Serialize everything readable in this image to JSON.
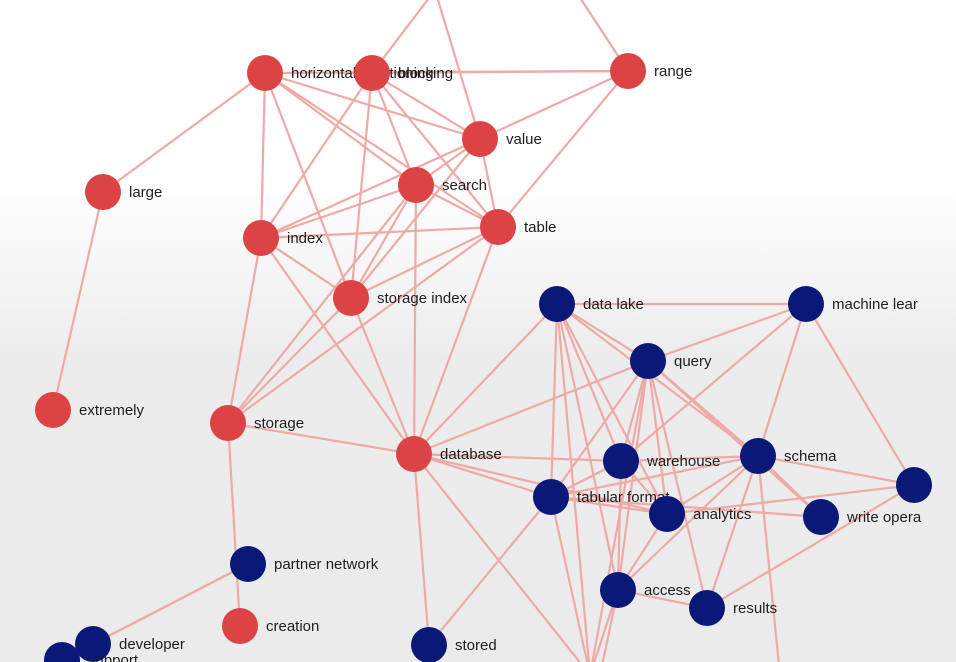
{
  "graph": {
    "colors": {
      "red": "#dc4345",
      "blue": "#0a1878",
      "edge": "#eeaaa6"
    },
    "nodes": [
      {
        "id": "hp",
        "label": "horizontal partitioning",
        "group": "red"
      },
      {
        "id": "bl",
        "label": "blocking",
        "group": "red"
      },
      {
        "id": "rng",
        "label": "range",
        "group": "red"
      },
      {
        "id": "val",
        "label": "value",
        "group": "red"
      },
      {
        "id": "lrg",
        "label": "large",
        "group": "red"
      },
      {
        "id": "sea",
        "label": "search",
        "group": "red"
      },
      {
        "id": "tab",
        "label": "table",
        "group": "red"
      },
      {
        "id": "idx",
        "label": "index",
        "group": "red"
      },
      {
        "id": "si",
        "label": "storage index",
        "group": "red"
      },
      {
        "id": "ext",
        "label": "extremely",
        "group": "red"
      },
      {
        "id": "sto",
        "label": "storage",
        "group": "red"
      },
      {
        "id": "db",
        "label": "database",
        "group": "red"
      },
      {
        "id": "cre",
        "label": "creation",
        "group": "red"
      },
      {
        "id": "dl",
        "label": "data lake",
        "group": "blue"
      },
      {
        "id": "ml",
        "label": "machine lear",
        "group": "blue"
      },
      {
        "id": "qry",
        "label": "query",
        "group": "blue"
      },
      {
        "id": "wh",
        "label": "warehouse",
        "group": "blue"
      },
      {
        "id": "sch",
        "label": "schema",
        "group": "blue"
      },
      {
        "id": "tf",
        "label": "tabular format",
        "group": "blue"
      },
      {
        "id": "ana",
        "label": "analytics",
        "group": "blue"
      },
      {
        "id": "wo",
        "label": "write opera",
        "group": "blue"
      },
      {
        "id": "rn",
        "label": "",
        "group": "blue"
      },
      {
        "id": "acc",
        "label": "access",
        "group": "blue"
      },
      {
        "id": "res",
        "label": "results",
        "group": "blue"
      },
      {
        "id": "pn",
        "label": "partner network",
        "group": "blue"
      },
      {
        "id": "dev",
        "label": "developer",
        "group": "blue"
      },
      {
        "id": "sup",
        "label": "support",
        "group": "blue"
      },
      {
        "id": "str",
        "label": "stored",
        "group": "blue"
      }
    ],
    "edges": [
      [
        "hp",
        "rng"
      ],
      [
        "hp",
        "val"
      ],
      [
        "hp",
        "sea"
      ],
      [
        "hp",
        "tab"
      ],
      [
        "hp",
        "idx"
      ],
      [
        "hp",
        "si"
      ],
      [
        "hp",
        "lrg"
      ],
      [
        "bl",
        "val"
      ],
      [
        "bl",
        "idx"
      ],
      [
        "bl",
        "si"
      ],
      [
        "bl",
        "tab"
      ],
      [
        "bl",
        "sea"
      ],
      [
        "bl",
        "rng"
      ],
      [
        "rng",
        "val"
      ],
      [
        "rng",
        "tab"
      ],
      [
        "rng",
        "top2"
      ],
      [
        "top1",
        "val"
      ],
      [
        "top1",
        "bl"
      ],
      [
        "val",
        "sea"
      ],
      [
        "val",
        "idx"
      ],
      [
        "val",
        "si"
      ],
      [
        "val",
        "tab"
      ],
      [
        "sea",
        "idx"
      ],
      [
        "sea",
        "si"
      ],
      [
        "sea",
        "tab"
      ],
      [
        "sea",
        "sto"
      ],
      [
        "sea",
        "db"
      ],
      [
        "tab",
        "idx"
      ],
      [
        "tab",
        "si"
      ],
      [
        "tab",
        "sto"
      ],
      [
        "tab",
        "db"
      ],
      [
        "idx",
        "si"
      ],
      [
        "idx",
        "sto"
      ],
      [
        "idx",
        "db"
      ],
      [
        "si",
        "db"
      ],
      [
        "si",
        "sto"
      ],
      [
        "lrg",
        "ext"
      ],
      [
        "sto",
        "db"
      ],
      [
        "sto",
        "cre"
      ],
      [
        "db",
        "tf"
      ],
      [
        "db",
        "wh"
      ],
      [
        "db",
        "dl"
      ],
      [
        "db",
        "qry"
      ],
      [
        "db",
        "str"
      ],
      [
        "db",
        "ana"
      ],
      [
        "db",
        "bot1"
      ],
      [
        "dl",
        "ml"
      ],
      [
        "dl",
        "qry"
      ],
      [
        "dl",
        "wh"
      ],
      [
        "dl",
        "tf"
      ],
      [
        "dl",
        "ana"
      ],
      [
        "dl",
        "sch"
      ],
      [
        "dl",
        "acc"
      ],
      [
        "dl",
        "bot1"
      ],
      [
        "ml",
        "qry"
      ],
      [
        "ml",
        "sch"
      ],
      [
        "ml",
        "rn"
      ],
      [
        "ml",
        "wh"
      ],
      [
        "qry",
        "wh"
      ],
      [
        "qry",
        "sch"
      ],
      [
        "qry",
        "tf"
      ],
      [
        "qry",
        "ana"
      ],
      [
        "qry",
        "acc"
      ],
      [
        "qry",
        "res"
      ],
      [
        "qry",
        "wo"
      ],
      [
        "qry",
        "bot1"
      ],
      [
        "wh",
        "sch"
      ],
      [
        "wh",
        "tf"
      ],
      [
        "wh",
        "ana"
      ],
      [
        "wh",
        "acc"
      ],
      [
        "sch",
        "tf"
      ],
      [
        "sch",
        "ana"
      ],
      [
        "sch",
        "wo"
      ],
      [
        "sch",
        "rn"
      ],
      [
        "sch",
        "acc"
      ],
      [
        "sch",
        "res"
      ],
      [
        "sch",
        "bot3"
      ],
      [
        "tf",
        "ana"
      ],
      [
        "tf",
        "wo"
      ],
      [
        "tf",
        "str"
      ],
      [
        "tf",
        "bot1"
      ],
      [
        "ana",
        "acc"
      ],
      [
        "ana",
        "rn"
      ],
      [
        "rn",
        "res"
      ],
      [
        "acc",
        "res"
      ],
      [
        "acc",
        "bot1"
      ],
      [
        "acc",
        "bot2"
      ],
      [
        "pn",
        "dev"
      ],
      [
        "pn",
        "sup"
      ]
    ]
  }
}
